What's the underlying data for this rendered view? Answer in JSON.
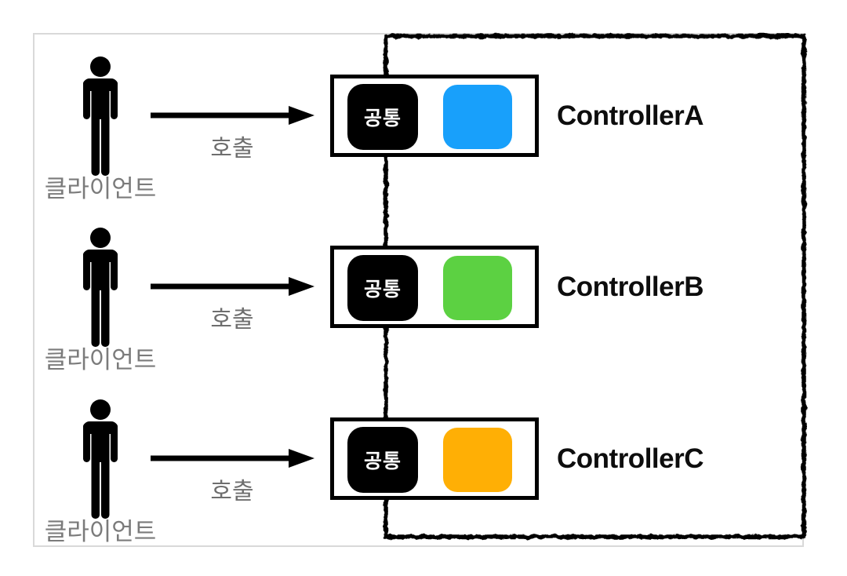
{
  "diagram": {
    "frame": {
      "border_color": "#d9d9d9"
    },
    "boundary": {
      "stroke_color": "#000000"
    },
    "badge": {
      "bg_color": "#000000",
      "text_color": "#ffffff"
    },
    "text_colors": {
      "client_label": "#7b7b7b",
      "arrow_label": "#6e6e6e",
      "controller_label": "#0d0d0d"
    },
    "rows": [
      {
        "client_label": "클라이언트",
        "arrow_label": "호출",
        "badge_label": "공통",
        "controller_label": "ControllerA",
        "controller_color": "#18A0FB"
      },
      {
        "client_label": "클라이언트",
        "arrow_label": "호출",
        "badge_label": "공통",
        "controller_label": "ControllerB",
        "controller_color": "#5CD142"
      },
      {
        "client_label": "클라이언트",
        "arrow_label": "호출",
        "badge_label": "공통",
        "controller_label": "ControllerC",
        "controller_color": "#FFAF05"
      }
    ]
  }
}
